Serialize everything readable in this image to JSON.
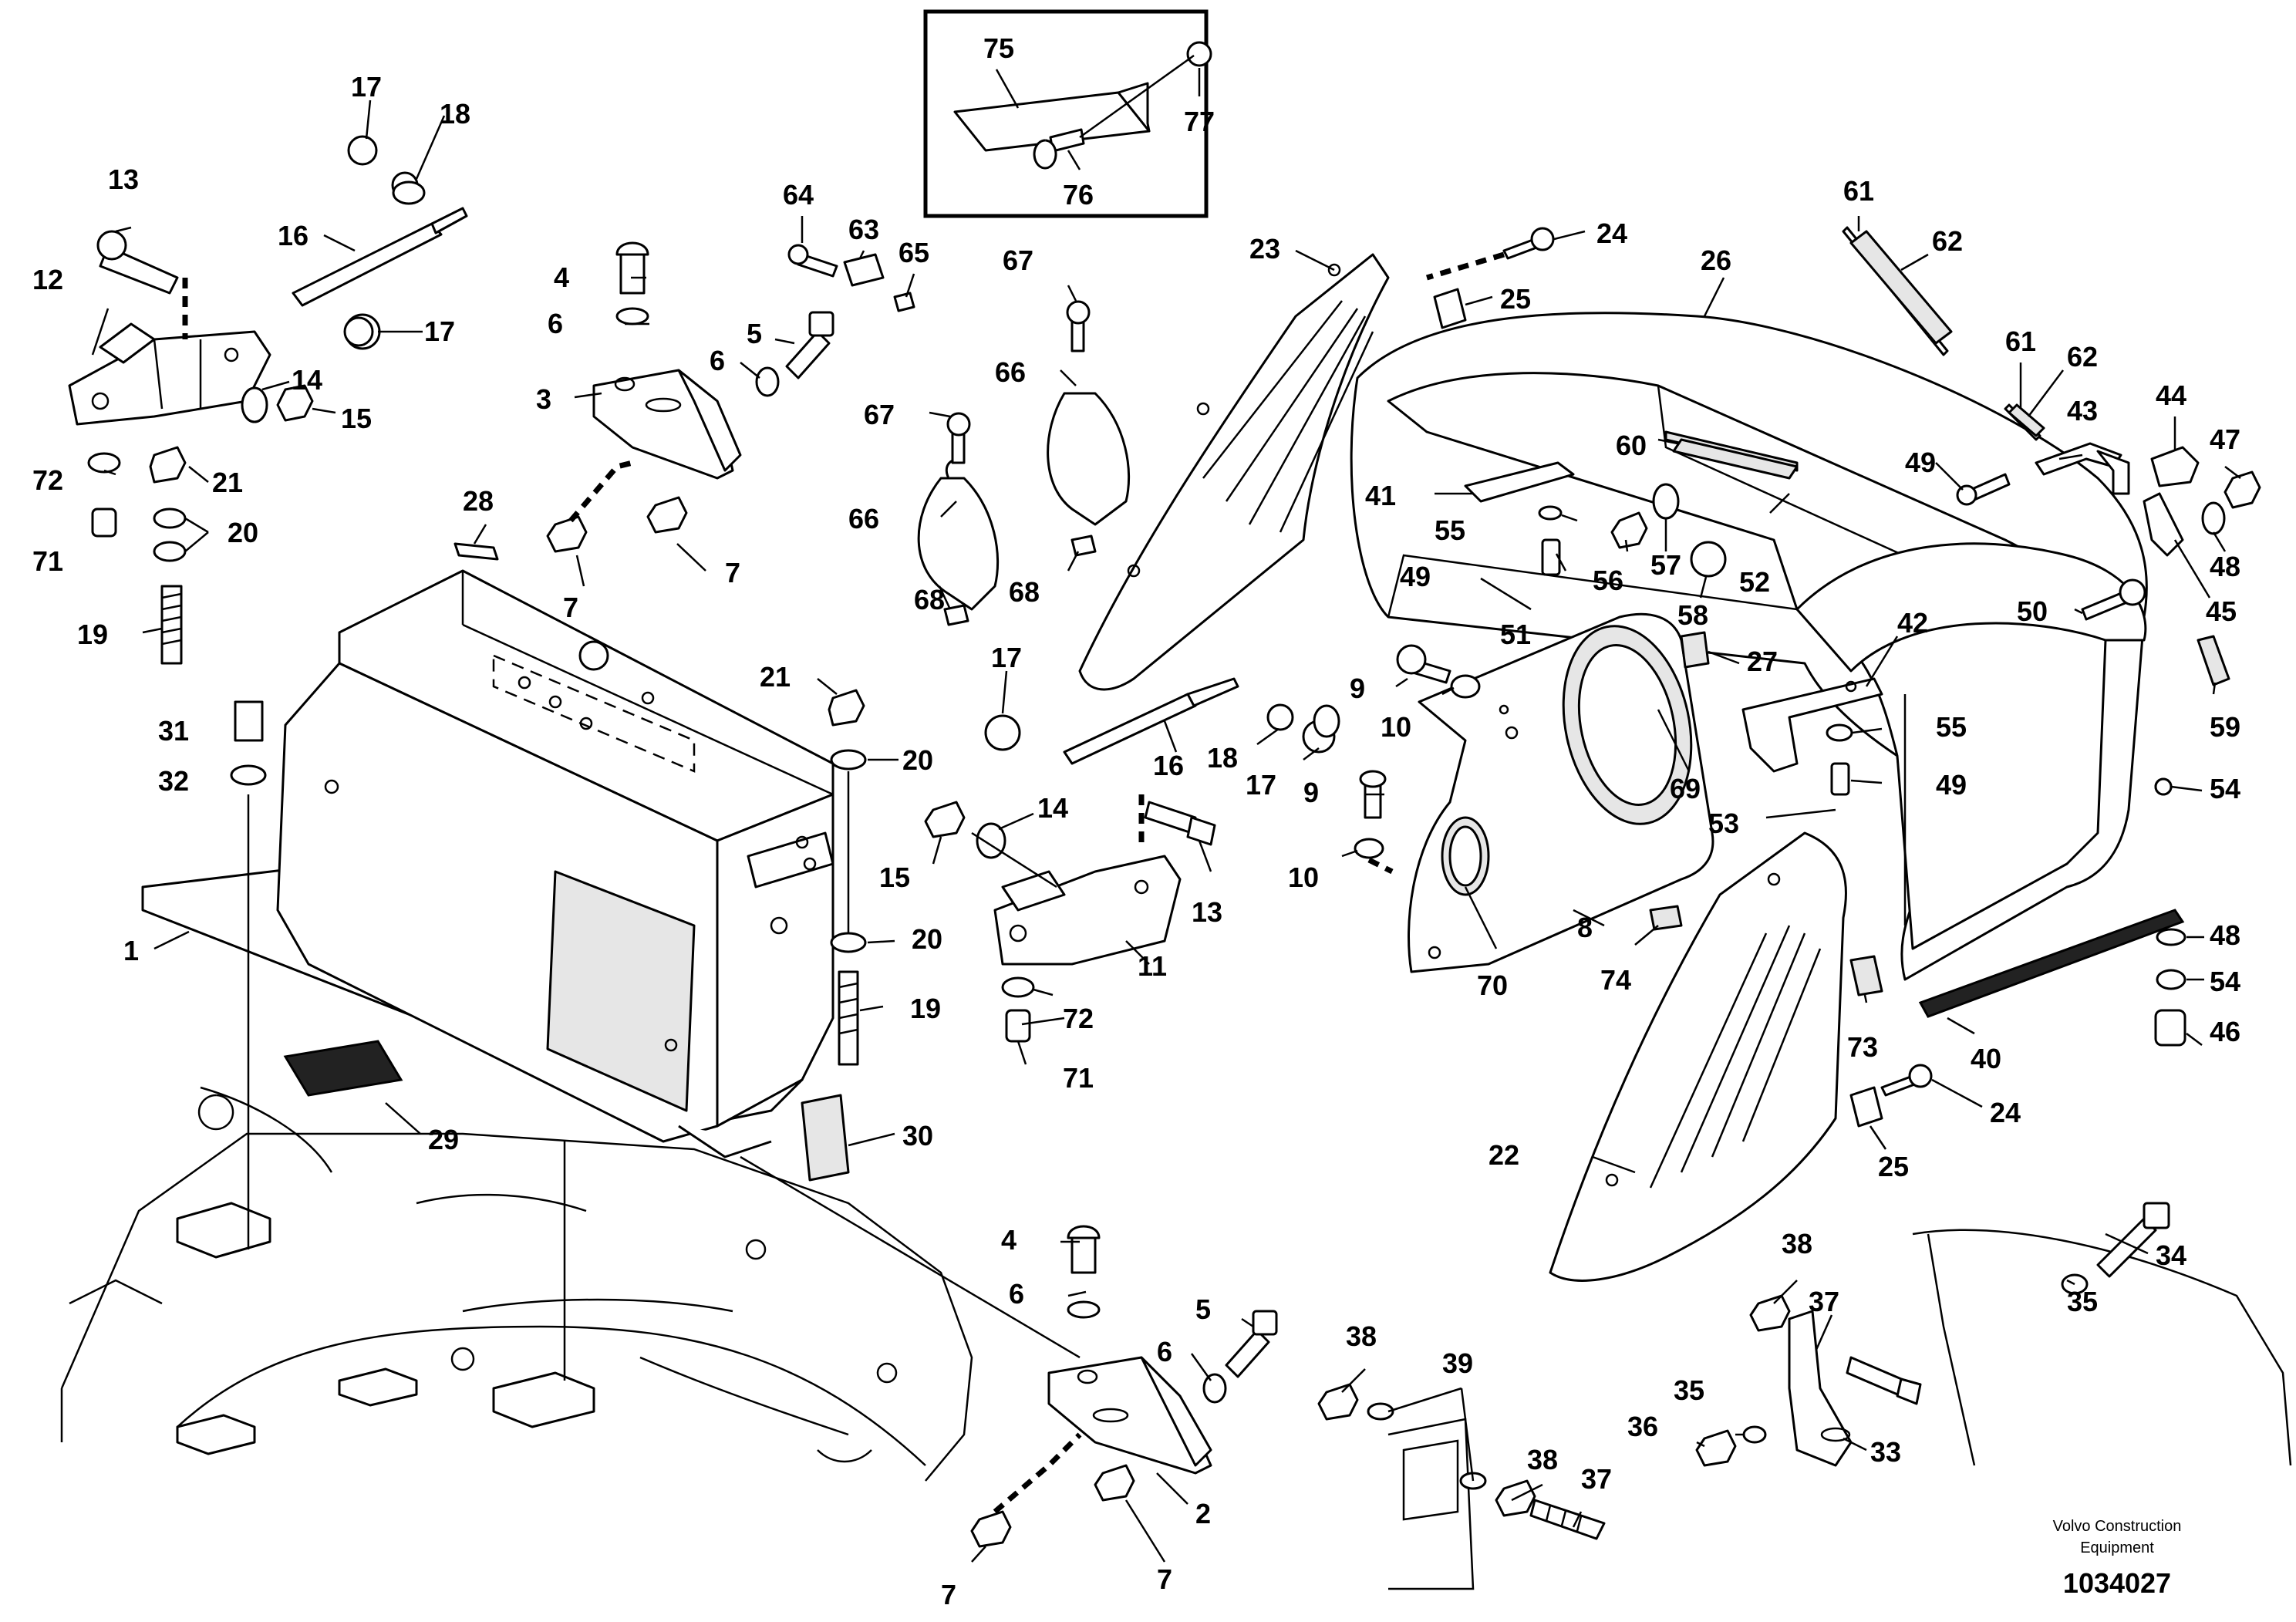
{
  "callouts": {
    "c1": "1",
    "c2": "2",
    "c3": "3",
    "c4a": "4",
    "c4b": "4",
    "c5a": "5",
    "c5b": "5",
    "c6a": "6",
    "c6b": "6",
    "c6c": "6",
    "c6d": "6",
    "c7a": "7",
    "c7b": "7",
    "c7c": "7",
    "c7d": "7",
    "c8": "8",
    "c9a": "9",
    "c9b": "9",
    "c10a": "10",
    "c10b": "10",
    "c11": "11",
    "c12": "12",
    "c13a": "13",
    "c13b": "13",
    "c14a": "14",
    "c14b": "14",
    "c15a": "15",
    "c15b": "15",
    "c16a": "16",
    "c16b": "16",
    "c17a": "17",
    "c17b": "17",
    "c17c": "17",
    "c17d": "17",
    "c18a": "18",
    "c18b": "18",
    "c19a": "19",
    "c19b": "19",
    "c20a": "20",
    "c20b": "20",
    "c20c": "20",
    "c21a": "21",
    "c21b": "21",
    "c22": "22",
    "c23": "23",
    "c24a": "24",
    "c24b": "24",
    "c25a": "25",
    "c25b": "25",
    "c26": "26",
    "c27": "27",
    "c28": "28",
    "c29": "29",
    "c30": "30",
    "c31": "31",
    "c32": "32",
    "c33": "33",
    "c34": "34",
    "c35a": "35",
    "c35b": "35",
    "c36": "36",
    "c37a": "37",
    "c37b": "37",
    "c38a": "38",
    "c38b": "38",
    "c38c": "38",
    "c39": "39",
    "c40": "40",
    "c41": "41",
    "c42": "42",
    "c43": "43",
    "c44": "44",
    "c45": "45",
    "c46": "46",
    "c47": "47",
    "c48a": "48",
    "c48b": "48",
    "c49a": "49",
    "c49b": "49",
    "c49c": "49",
    "c50": "50",
    "c51": "51",
    "c52": "52",
    "c53": "53",
    "c54a": "54",
    "c54b": "54",
    "c55a": "55",
    "c55b": "55",
    "c56": "56",
    "c57": "57",
    "c58": "58",
    "c59": "59",
    "c60": "60",
    "c61a": "61",
    "c61b": "61",
    "c62a": "62",
    "c62b": "62",
    "c63": "63",
    "c64": "64",
    "c65": "65",
    "c66a": "66",
    "c66b": "66",
    "c67a": "67",
    "c67b": "67",
    "c68a": "68",
    "c68b": "68",
    "c69": "69",
    "c70": "70",
    "c71a": "71",
    "c71b": "71",
    "c72a": "72",
    "c72b": "72",
    "c73": "73",
    "c74": "74",
    "c75": "75",
    "c76": "76",
    "c77": "77"
  },
  "footer": {
    "credit_line1": "Volvo Construction",
    "credit_line2": "Equipment",
    "document_number": "1034027"
  }
}
